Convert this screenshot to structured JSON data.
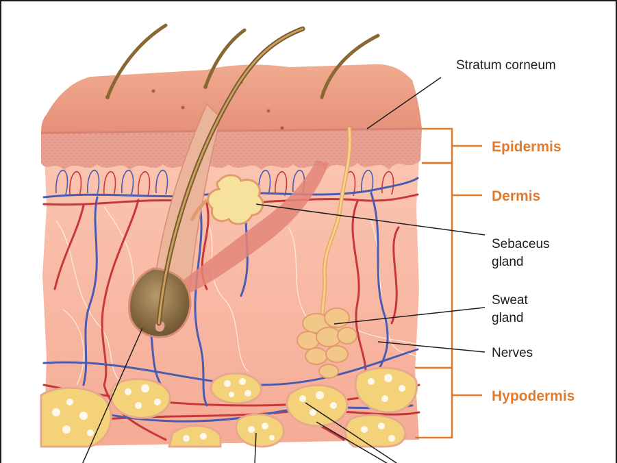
{
  "labels": {
    "stratum_corneum": "Stratum corneum",
    "sebaceus_1": "Sebaceus",
    "sebaceus_2": "gland",
    "sweat_1": "Sweat",
    "sweat_2": "gland",
    "nerves": "Nerves"
  },
  "layers": {
    "epidermis": "Epidermis",
    "dermis": "Dermis",
    "hypodermis": "Hypodermis"
  },
  "colors": {
    "layer_label": "#e07b2e",
    "artery": "#c8383a",
    "vein": "#4a5bb0",
    "skin_surface": "#e99a7f",
    "dermis": "#f6b6a2",
    "fat": "#f4d27a"
  }
}
